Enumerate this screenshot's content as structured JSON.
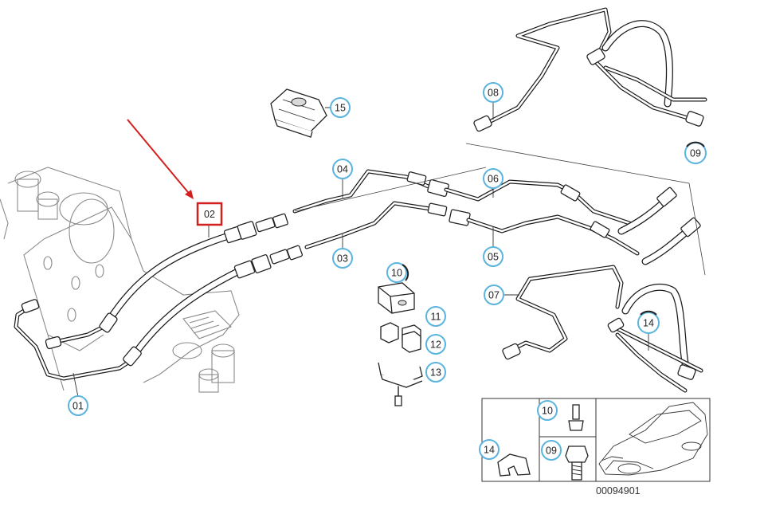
{
  "diagram": {
    "reference_number": "00094901",
    "highlighted_callout": "02",
    "highlight_color": "#d31f1f",
    "callout_color": "#5ab4de",
    "callouts": [
      {
        "id": "01",
        "label": "01"
      },
      {
        "id": "02",
        "label": "02"
      },
      {
        "id": "03",
        "label": "03"
      },
      {
        "id": "04",
        "label": "04"
      },
      {
        "id": "05",
        "label": "05"
      },
      {
        "id": "06",
        "label": "06"
      },
      {
        "id": "07",
        "label": "07"
      },
      {
        "id": "08",
        "label": "08"
      },
      {
        "id": "09a",
        "label": "09"
      },
      {
        "id": "09b",
        "label": "09"
      },
      {
        "id": "10a",
        "label": "10"
      },
      {
        "id": "10b",
        "label": "10"
      },
      {
        "id": "11",
        "label": "11"
      },
      {
        "id": "12",
        "label": "12"
      },
      {
        "id": "13",
        "label": "13"
      },
      {
        "id": "14a",
        "label": "14"
      },
      {
        "id": "14b",
        "label": "14"
      },
      {
        "id": "15",
        "label": "15"
      }
    ]
  }
}
